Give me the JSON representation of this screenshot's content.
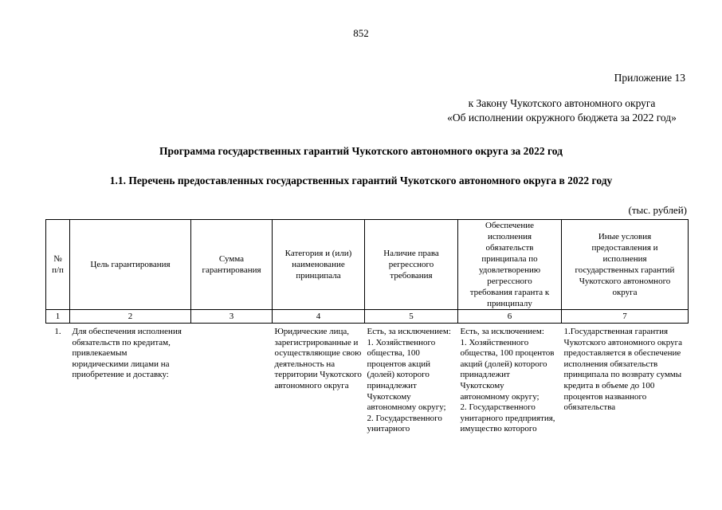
{
  "page": {
    "number": "852",
    "appendix": "Приложение 13",
    "law_reference_line1": "к Закону Чукотского автономного округа",
    "law_reference_line2": "«Об исполнении окружного бюджета за 2022 год»",
    "title": "Программа государственных гарантий Чукотского автономного округа за 2022 год",
    "subtitle": "1.1. Перечень предоставленных государственных гарантий Чукотского автономного округа в 2022 году",
    "units_note": "(тыс. рублей)"
  },
  "table": {
    "headers": [
      "№\nп/п",
      "Цель гарантирования",
      "Сумма\nгарантирования",
      "Категория и (или)\nнаименование\nпринципала",
      "Наличие права\nрегрессного\nтребования",
      "Обеспечение\nисполнения\nобязательств\nпринципала по\nудовлетворению\nрегрессного\nтребования гаранта к\nпринципалу",
      "Иные условия\nпредоставления и\nисполнения\nгосударственных гарантий\nЧукотского автономного\nокруга"
    ],
    "column_numbers": [
      "1",
      "2",
      "3",
      "4",
      "5",
      "6",
      "7"
    ],
    "rows": [
      {
        "num": "1.",
        "goal": "Для обеспечения исполнения\nобязательств по кредитам,\nпривлекаемым\nюридическими лицами на\nприобретение и доставку:",
        "sum": "",
        "principal_category": "Юридические лица,\nзарегистрированные и\nосуществляющие свою\nдеятельность на\nтерритории Чукотского\nавтономного округа",
        "regress_right": "Есть, за исключением:\n1. Хозяйственного\nобщества, 100\nпроцентов акций\n(долей) которого\nпринадлежит\nЧукотскому\nавтономному округу;\n2. Государственного\nунитарного",
        "security": "Есть, за исключением:\n1. Хозяйственного\nобщества, 100 процентов\nакций (долей) которого\nпринадлежит\nЧукотскому\nавтономному округу;\n2. Государственного\nунитарного предприятия,\nимущество которого",
        "other_conditions": "1.Государственная гарантия\nЧукотского автономного округа\nпредоставляется в обеспечение\nисполнения обязательств\nпринципала по возврату суммы\nкредита в объеме до 100\nпроцентов названного\nобязательства"
      }
    ]
  }
}
